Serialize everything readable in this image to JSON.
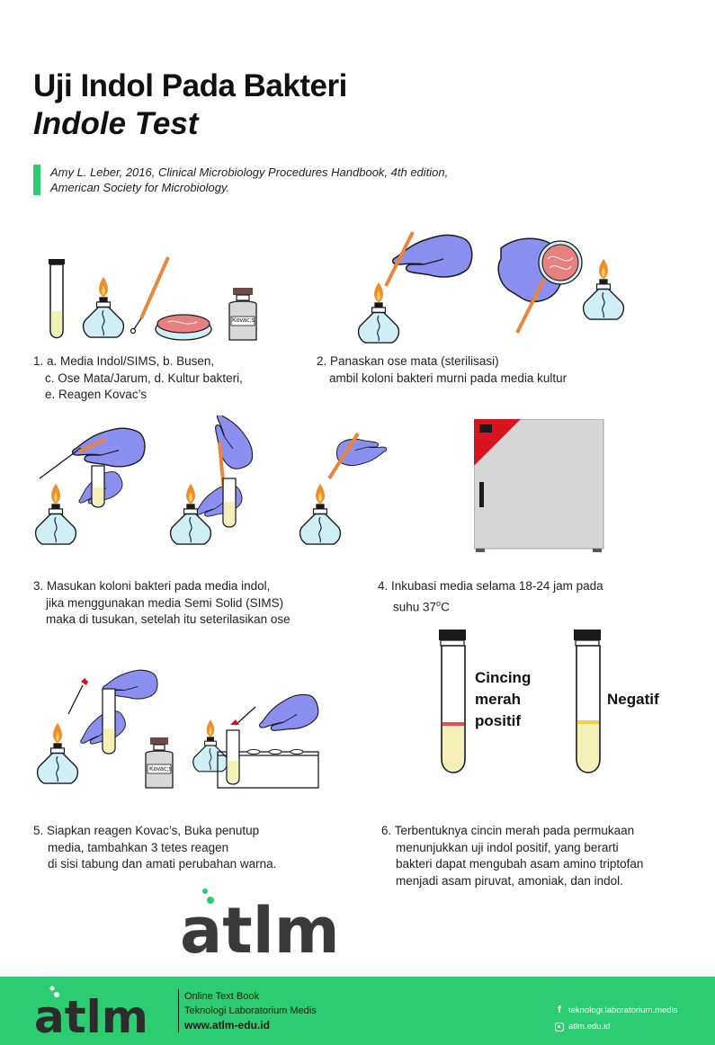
{
  "header": {
    "title": "Uji Indol Pada Bakteri",
    "subtitle": "Indole Test",
    "reference_line1": "Amy L. Leber, 2016, Clinical Microbiology Procedures Handbook, 4th edition,",
    "reference_line2": "American Society for Microbiology."
  },
  "steps": [
    {
      "lines": [
        "1. a. Media Indol/SIMS, b. Busen,",
        "c. Ose Mata/Jarum, d. Kultur bakteri,",
        "e. Reagen Kovac’s"
      ]
    },
    {
      "lines": [
        "2. Panaskan ose mata (sterilisasi)",
        "ambil koloni bakteri murni pada media kultur"
      ]
    },
    {
      "lines": [
        "3. Masukan koloni bakteri pada media indol,",
        "jika menggunakan media Semi Solid (SIMS)",
        "maka di tusukan, setelah itu seterilasikan ose"
      ]
    },
    {
      "lines": [
        "4.  Inkubasi media selama 18-24 jam pada",
        "suhu 37"
      ],
      "superscript": "o",
      "suffix": "C"
    },
    {
      "lines": [
        "5. Siapkan reagen Kovac’s, Buka penutup",
        "media, tambahkan 3 tetes reagen",
        "di sisi tabung dan amati perubahan warna."
      ]
    },
    {
      "lines": [
        "6. Terbentuknya cincin merah pada permukaan",
        "menunjukkan uji indol positif, yang berarti",
        "bakteri dapat mengubah asam amino triptofan",
        "menjadi asam piruvat, amoniak, dan indol."
      ]
    }
  ],
  "results": {
    "positive_line1": "Cincing",
    "positive_line2": "merah",
    "positive_line3": "positif",
    "negative": "Negatif"
  },
  "reagent_label": "Kovac;s",
  "logo_text": "atlm",
  "footer": {
    "line1": "Online Text Book",
    "line2": "Teknologi Laboratorium Medis",
    "line3": "www.atlm-edu.id",
    "facebook": "teknologi.laboratorium.medis",
    "instagram": "atlm.edu.id"
  },
  "colors": {
    "accent_green": "#2ecc71",
    "glove": "#8b8ff0",
    "media_yellow": "#f5f0b8",
    "ring_red": "#e05050",
    "negative_ring": "#f2d04a",
    "flame": "#f28c28",
    "burner_blue": "#cfeff7",
    "culture_red": "#e88080",
    "incubator_red": "#d9141e"
  },
  "icons": [
    "test-tube-icon",
    "bunsen-burner-icon",
    "inoculation-loop-icon",
    "petri-dish-icon",
    "reagent-bottle-icon",
    "gloved-hand-icon",
    "incubator-icon",
    "tube-rack-icon",
    "dropper-icon",
    "facebook-icon",
    "instagram-icon"
  ]
}
